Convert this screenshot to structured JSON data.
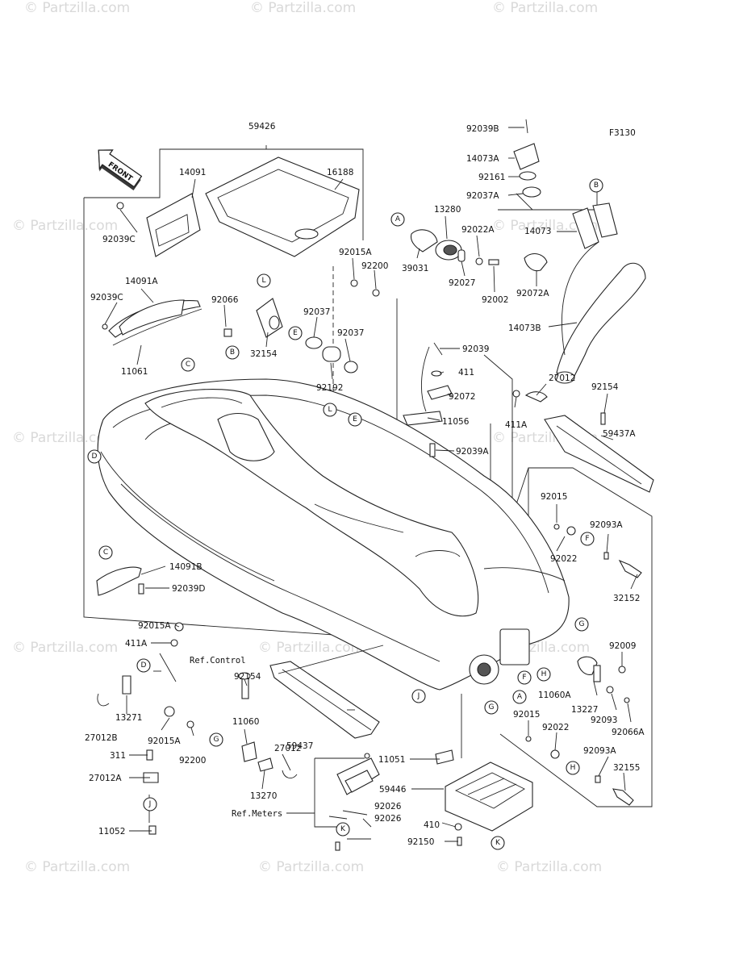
{
  "figure_code": "F3130",
  "front_arrow_text": "FRONT",
  "watermark_text": "© Partzilla.com",
  "part_labels": {
    "p59426": "59426",
    "p14091": "14091",
    "p16188": "16188",
    "p92039C_a": "92039C",
    "p14091A": "14091A",
    "p92039C_b": "92039C",
    "p11061": "11061",
    "p92066": "92066",
    "p32154": "32154",
    "p92037_a": "92037",
    "p92037_b": "92037",
    "p92192": "92192",
    "p92015A_top": "92015A",
    "p92200_top": "92200",
    "p39031": "39031",
    "p13280": "13280",
    "p92022A": "92022A",
    "p92027": "92027",
    "p92002": "92002",
    "p92039B": "92039B",
    "p14073A": "14073A",
    "p92161": "92161",
    "p92037A": "92037A",
    "p14073": "14073",
    "p92072A": "92072A",
    "p14073B": "14073B",
    "p92039": "92039",
    "p411": "411",
    "p92072": "92072",
    "p11056": "11056",
    "p92039A": "92039A",
    "p27012_top": "27012",
    "p411A_top": "411A",
    "p92154_top": "92154",
    "p59437A": "59437A",
    "p92015": "92015",
    "p92093A": "92093A",
    "p92022": "92022",
    "p32152": "32152",
    "p14091B": "14091B",
    "p92039D": "92039D",
    "p92015A_left": "92015A",
    "p411A_left": "411A",
    "p92154_left": "92154",
    "p13271": "13271",
    "p27012B": "27012B",
    "p59437": "59437",
    "p11060": "11060",
    "p27012_mid": "27012",
    "p92015A_low": "92015A",
    "p92200_low": "92200",
    "p311": "311",
    "p27012A": "27012A",
    "p11052": "11052",
    "p13270": "13270",
    "p11051": "11051",
    "p59446": "59446",
    "p92026_a": "92026",
    "p92026_b": "92026",
    "p410": "410",
    "p92150": "92150",
    "p92009": "92009",
    "p11060A": "11060A",
    "p13227": "13227",
    "p92093": "92093",
    "p92066A": "92066A",
    "p92015_low": "92015",
    "p92022_low": "92022",
    "p92093A_low": "92093A",
    "p32155": "32155"
  },
  "reference_notes": {
    "ref_control": "Ref.Control",
    "ref_meters": "Ref.Meters"
  },
  "callout_letters": [
    "A",
    "B",
    "C",
    "D",
    "E",
    "F",
    "G",
    "H",
    "J",
    "K",
    "L"
  ]
}
